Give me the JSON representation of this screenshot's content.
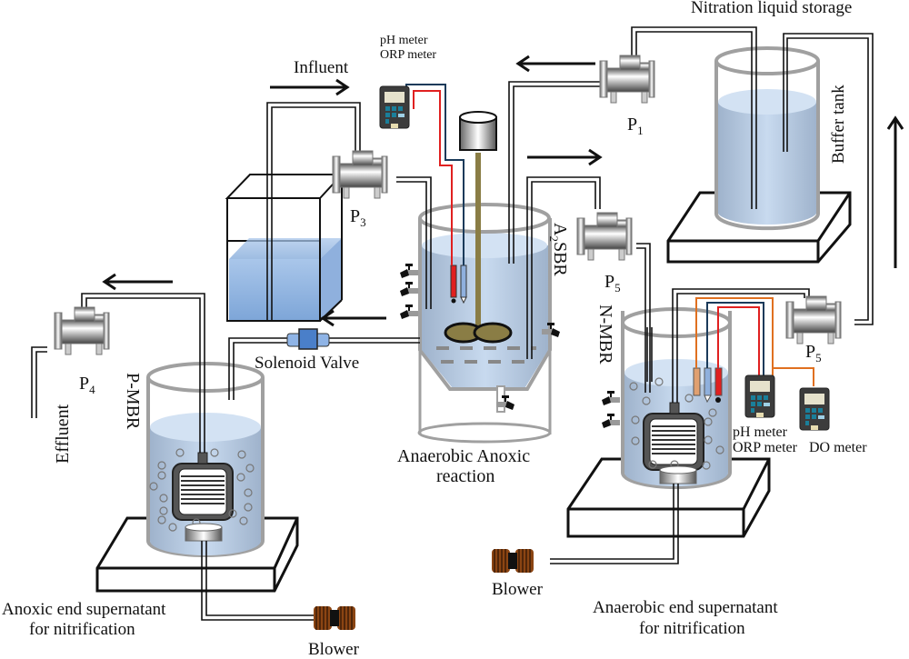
{
  "labels": {
    "nitration_storage": "Nitration liquid storage",
    "ph_meter_top": "pH meter",
    "orp_meter_top": "ORP meter",
    "influent": "Influent",
    "buffer_tank": "Buffer  tank",
    "a2sbr_a": "A",
    "a2sbr_sub": "2",
    "a2sbr_rest": "SBR",
    "nmbr": "N-MBR",
    "pmbr": "P-MBR",
    "effluent": "Effluent",
    "solenoid_valve": "Solenoid Valve",
    "anaerobic_anoxic_1": "Anaerobic Anoxic",
    "anaerobic_anoxic_2": "reaction",
    "ph_meter_right": "pH  meter",
    "orp_meter_right": "ORP meter",
    "do_meter": "DO meter",
    "blower_left": "Blower",
    "blower_right": "Blower",
    "anoxic_end_1": "Anoxic end supernatant",
    "anoxic_end_2": "for nitrification",
    "anaerobic_end_1": "Anaerobic end supernatant",
    "anaerobic_end_2": "for nitrification"
  },
  "pumps": [
    {
      "id": "p1",
      "label": "P",
      "sub": "1"
    },
    {
      "id": "p3",
      "label": "P",
      "sub": "3"
    },
    {
      "id": "p4",
      "label": "P",
      "sub": "4"
    },
    {
      "id": "p5a",
      "label": "P",
      "sub": "5"
    },
    {
      "id": "p5b",
      "label": "P",
      "sub": "5"
    }
  ],
  "colors": {
    "water": "#b8cfe8",
    "water_top": "#d3e2f3",
    "tank_rim": "#a0a0a0",
    "probe_red": "#e02020",
    "probe_blue": "#1a3a5a",
    "probe_orange": "#e07020",
    "stirrer": "#8a7d45",
    "blower": "#8b4513",
    "valve": "#4a7fc9"
  }
}
